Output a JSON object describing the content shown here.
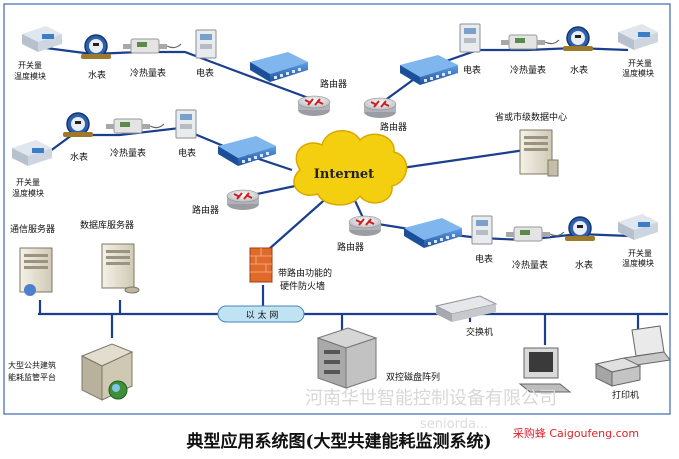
{
  "internet": "Internet",
  "labels": {
    "switch_temp": "开关量\n温度模块",
    "water_meter": "水表",
    "heat_meter": "冷热量表",
    "power_meter": "电表",
    "router": "路由器",
    "data_center": "省或市级数据中心",
    "comm_server": "通信服务器",
    "db_server": "数据库服务器",
    "firewall": "带路由功能的\n硬件防火墙",
    "bus": "以 太 网",
    "switch": "交换机",
    "disk_array": "双控磁盘阵列",
    "printer": "打印机",
    "platform": "大型公共建筑\n能耗监管平台"
  },
  "caption": "典型应用系统图(大型共建能耗监测系统)",
  "watermark": "河南华世智能控制设备有限公司",
  "watermark_url": "seniorda...",
  "brand": "采购蜂 Caigoufeng.com",
  "colors": {
    "cloud": "#f4cf10",
    "cloud_edge": "#d9a800",
    "line": "#1a3f8f",
    "frame": "#3b66b5",
    "device_blue": "#2f73c8",
    "bus_fill": "#bfe3f3"
  }
}
